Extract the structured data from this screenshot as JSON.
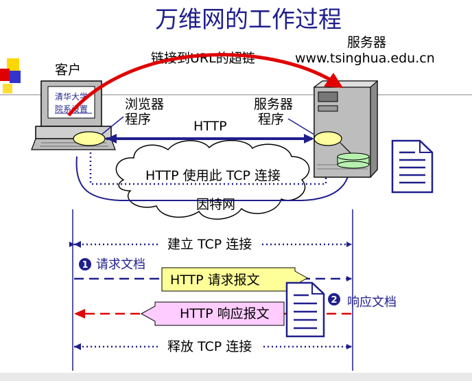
{
  "title": "万维网的工作过程",
  "client": {
    "label": "客户",
    "screen_line1": "清华大学",
    "screen_line2": "院系设置",
    "program_line1": "浏览器",
    "program_line2": "程序"
  },
  "server": {
    "label": "服务器",
    "url": "www.tsinghua.edu.cn",
    "program_line1": "服务器",
    "program_line2": "程序"
  },
  "hyperlink_label": "链接到URL的超链",
  "http_label": "HTTP",
  "tcp_label": "HTTP 使用此 TCP 连接",
  "internet_label": "因特网",
  "sequence": {
    "establish": "建立 TCP 连接",
    "step1_num": "1",
    "step1": "请求文档",
    "request": "HTTP 请求报文",
    "step2_num": "2",
    "step2": "响应文档",
    "response": "HTTP 响应报文",
    "release": "释放 TCP 连接"
  },
  "colors": {
    "title": "#1f1f8c",
    "hyperlink_arrow": "#e00000",
    "request_box": "#ffff99",
    "response_box": "#ffccff",
    "connection_line": "#1f1f8c"
  }
}
